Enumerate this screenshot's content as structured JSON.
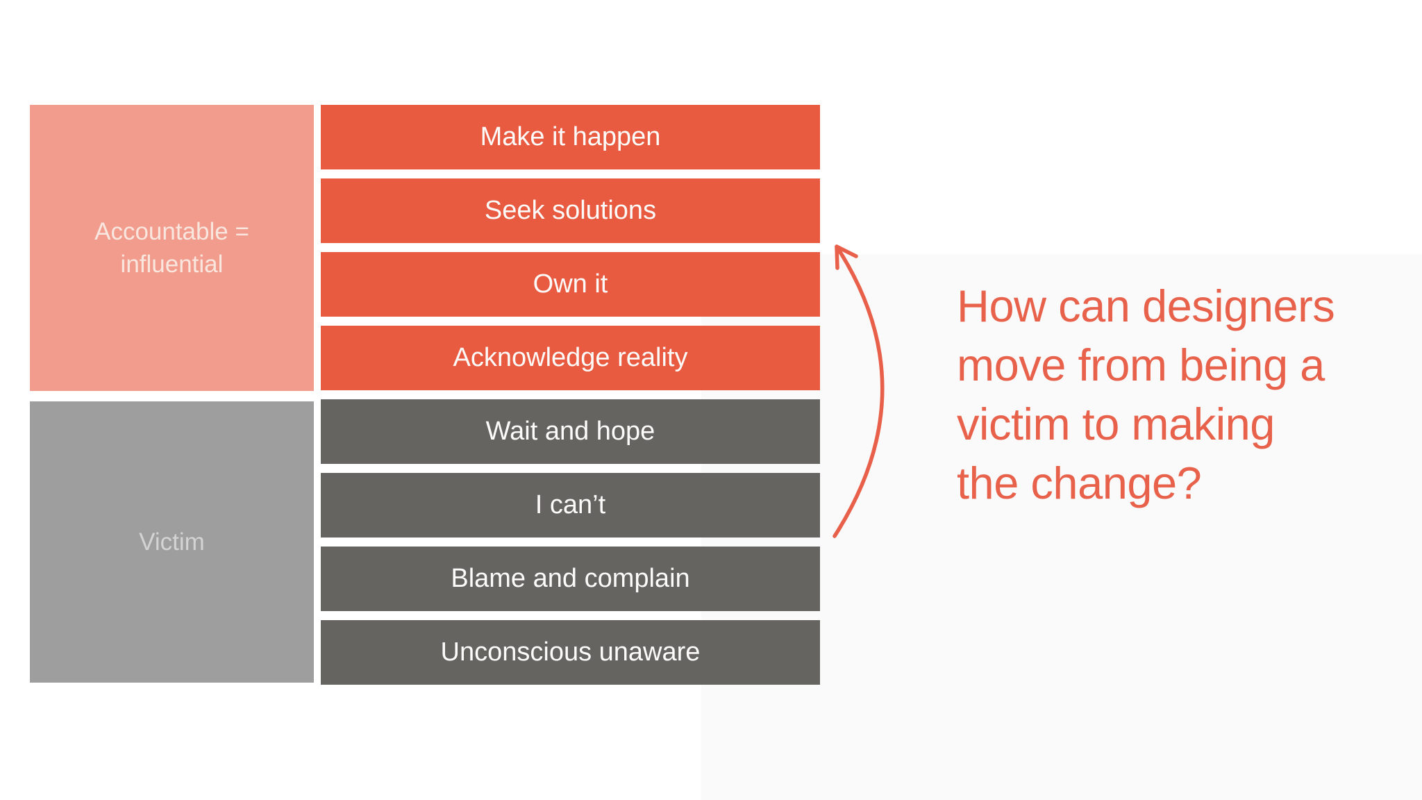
{
  "slide": {
    "background": "#ffffff",
    "tint_panel": "#fafafa",
    "accent_orange": "#e85b41",
    "salmon": "#f29c8d",
    "dark_gray": "#666460",
    "light_gray": "#9f9e9e"
  },
  "matrix": {
    "groups": [
      {
        "label": "Accountable =\ninfluential",
        "items": [
          "Make it happen",
          "Seek solutions",
          "Own it",
          "Acknowledge reality"
        ]
      },
      {
        "label": "Victim",
        "items": [
          "Wait and hope",
          "I can’t",
          "Blame and complain",
          "Unconscious unaware"
        ]
      }
    ]
  },
  "annotation": {
    "question": "How can designers\nmove from being a\nvictim to making\nthe change?",
    "question_color": "#e8614b",
    "arrow_icon": "curved-up-arrow",
    "arrow_color": "#e8604a"
  }
}
